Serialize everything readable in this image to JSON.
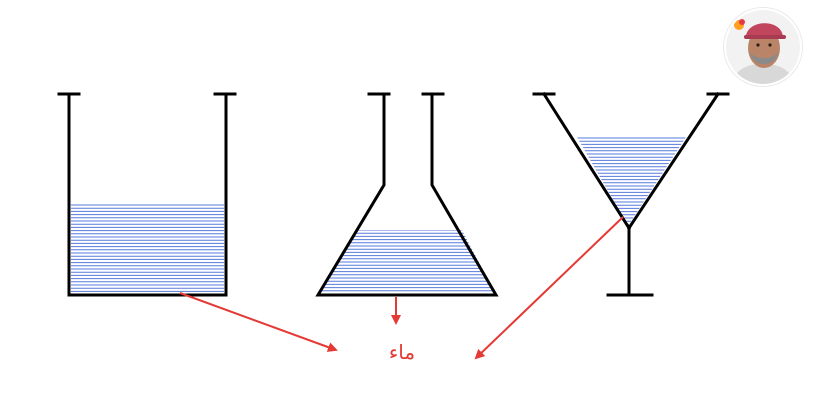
{
  "diagram": {
    "label": "ماء",
    "colors": {
      "outline": "#000000",
      "water_line": "#3a62d6",
      "arrow": "#e53935",
      "label": "#e53935"
    },
    "containers": [
      "beaker",
      "conical-flask",
      "conical-glass"
    ]
  },
  "presenter": {
    "icon": "presenter-avatar"
  }
}
